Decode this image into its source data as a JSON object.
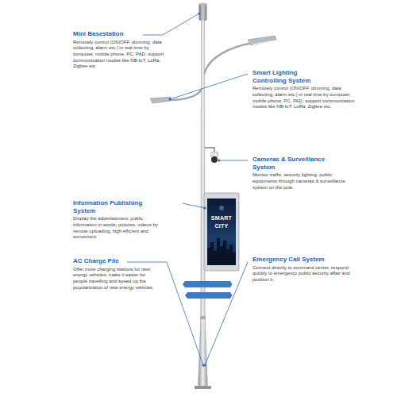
{
  "diagram": {
    "nodes": [
      {
        "text": [
          "Mini Basestation",
          "Remotely control (ON/OFF, dimming, data collecting, alarm etc.) in real time by computer, mobile phone, PC, PAD, support communication modes like NB-IoT, LoRa, Zigbee etc."
        ]
      },
      {
        "text": [
          "Smart Lighting Controlling System",
          "Remotely control (ON/OFF, dimming, data collecting, alarm etc.) in real time by computer, mobile phone, PC, PAD, support communication modes like NB-IoT, LoRa, Zigbee etc."
        ]
      },
      {
        "text": [
          "Cameras & Surveillance System",
          "Monitor traffic, security lighting, public equipments through cameras & surveillance system on the pole."
        ]
      },
      {
        "text": [
          "Information Publishing System",
          "Display the advertisement, public information in words, pictures, videos by remote uploading, high efficient and convenient."
        ]
      },
      {
        "text": [
          "AC Charge Pile",
          "Offer more charging stations for new energy vehicles, make it easier for people travelling and speed up the popularization of new energy vehicles."
        ]
      },
      {
        "text": [
          "Emergency Call System",
          "Connect directly to command center, respond quickly to emergency public security affair and position it."
        ]
      }
    ],
    "labels": [
      "SMART",
      "CITY"
    ]
  }
}
